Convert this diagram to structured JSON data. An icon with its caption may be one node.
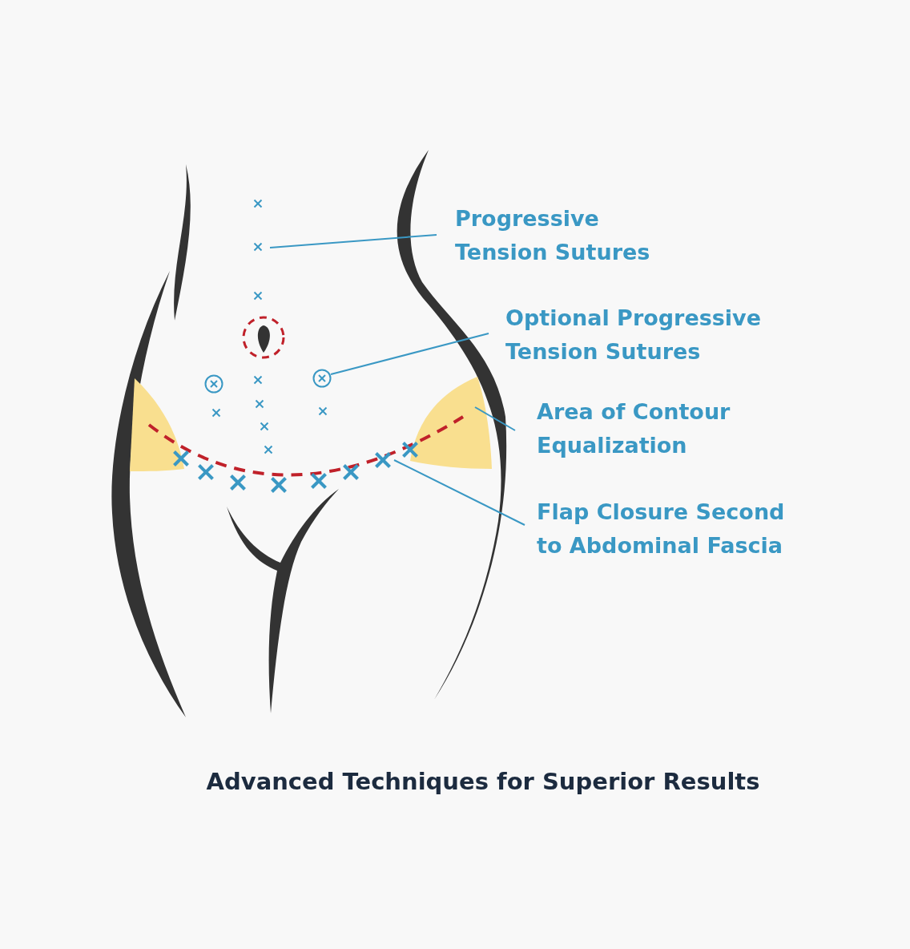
{
  "diagram": {
    "caption": "Advanced Techniques for Superior Results",
    "nodes": [
      {
        "text": [
          "Progressive Tension Sutures"
        ]
      },
      {
        "text": [],
        "shape": "cross"
      },
      {
        "text": [
          "Optional Progressive Tension Sutures"
        ]
      },
      {
        "text": [],
        "shape": "circle"
      },
      {
        "text": [
          "Area of Contour Equalization"
        ]
      },
      {
        "text": [],
        "shape": "wedge"
      },
      {
        "text": [],
        "shape": "wedge"
      },
      {
        "text": [
          "Flap Closure Second to Abdominal Fascia"
        ]
      },
      {
        "text": [],
        "shape": "line"
      }
    ],
    "edges": [
      {
        "from": 0,
        "to": 1,
        "arrow": "none"
      },
      {
        "from": 2,
        "to": 3,
        "arrow": "none"
      },
      {
        "from": 4,
        "to": 6,
        "arrow": "none"
      },
      {
        "from": 7,
        "to": 8,
        "arrow": "none"
      }
    ]
  }
}
